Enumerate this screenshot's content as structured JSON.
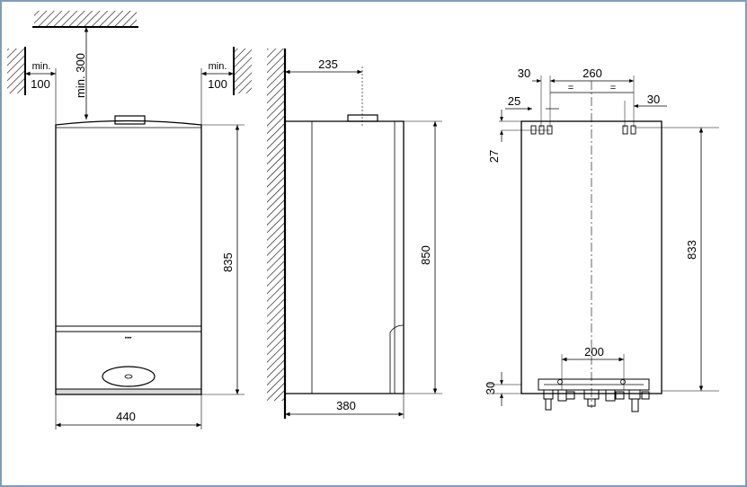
{
  "frame": {
    "border_color": "#7f9db9",
    "background": "#ffffff",
    "line_color": "#000000"
  },
  "front_view": {
    "min_label_left": "min.",
    "clearance_left": "100",
    "min_label_right": "min.",
    "clearance_right": "100",
    "clearance_top": "min. 300",
    "height": "835",
    "width": "440"
  },
  "side_view": {
    "flue_offset": "235",
    "height": "850",
    "depth": "380"
  },
  "rear_view": {
    "dim_30_left": "30",
    "dim_260": "260",
    "equal_left": "=",
    "equal_right": "=",
    "dim_30_right": "30",
    "dim_25": "25",
    "dim_27": "27",
    "height": "833",
    "dim_200": "200",
    "dim_30_bottom": "30"
  }
}
